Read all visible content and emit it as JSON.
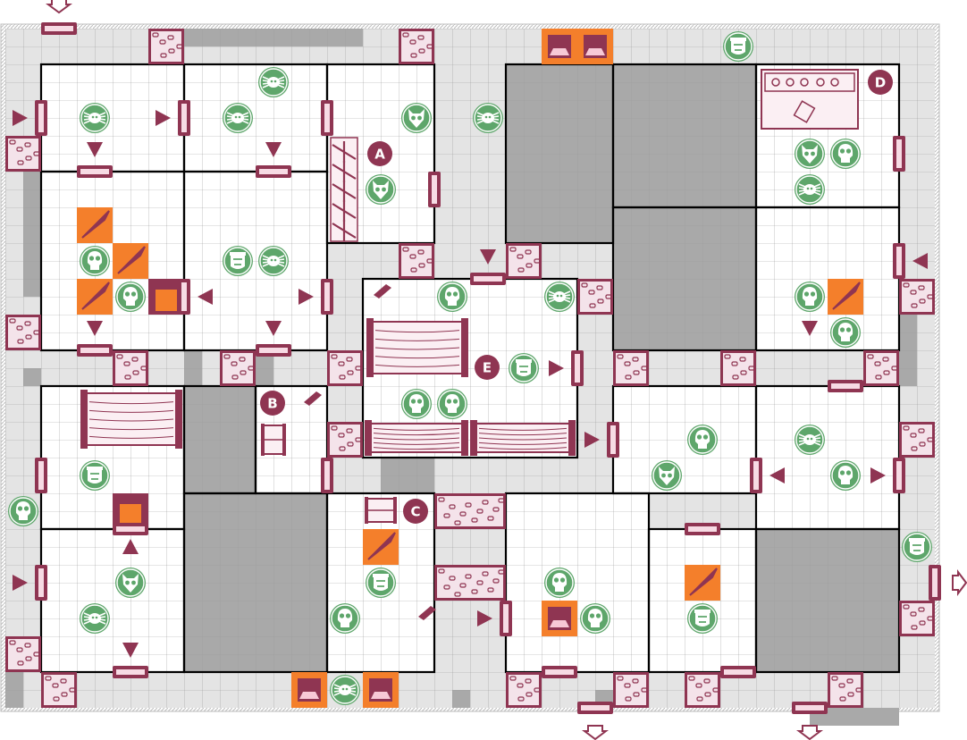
{
  "colors": {
    "floor": "#ffffff",
    "corridor": "#e4e4e4",
    "blocked": "#a9a9a9",
    "grid": "#9a9a9a",
    "wall": "#000000",
    "accent": "#8f3552",
    "monster": "#5ea66b",
    "trap": "#f47f2b",
    "edge": "#bfbfbf"
  },
  "room_labels": [
    "A",
    "B",
    "C",
    "D",
    "E"
  ],
  "icons": {
    "monsters": [
      "skull-monster-icon",
      "spider-monster-icon",
      "orc-monster-icon",
      "demon-monster-icon"
    ],
    "tiles": [
      "door-icon",
      "rubble-block-icon",
      "spear-trap-icon",
      "pit-trap-icon",
      "stair-arrow-icon",
      "direction-arrow-icon",
      "table-furniture-icon",
      "weapon-rack-icon",
      "chest-icon",
      "alchemist-bench-icon"
    ]
  }
}
